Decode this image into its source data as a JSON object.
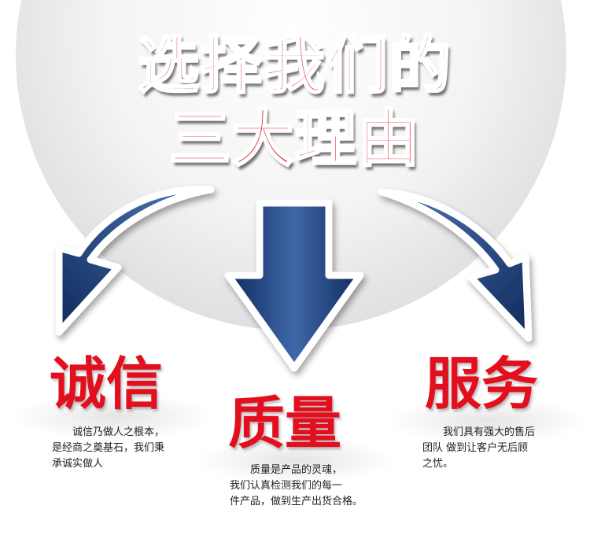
{
  "headline": {
    "line1": "选择我们的",
    "line2": "三大理由"
  },
  "colors": {
    "accent_red": "#e2101e",
    "arrow_blue_dark": "#0f2a5c",
    "arrow_blue_light": "#4f77b4"
  },
  "pillars": [
    {
      "title": "诚信",
      "lines": [
        "诚信乃做人之根本，",
        "是经商之奠基石，我们秉",
        "承诚实做人"
      ]
    },
    {
      "title": "质量",
      "lines": [
        "质量是产品的灵魂，",
        "我们认真检测我们的每一",
        "件产品，做到生产出货合格。"
      ]
    },
    {
      "title": "服务",
      "lines": [
        "我们具有强大的售后",
        "团队 做到让客户无后顾",
        "之忧。"
      ]
    }
  ]
}
